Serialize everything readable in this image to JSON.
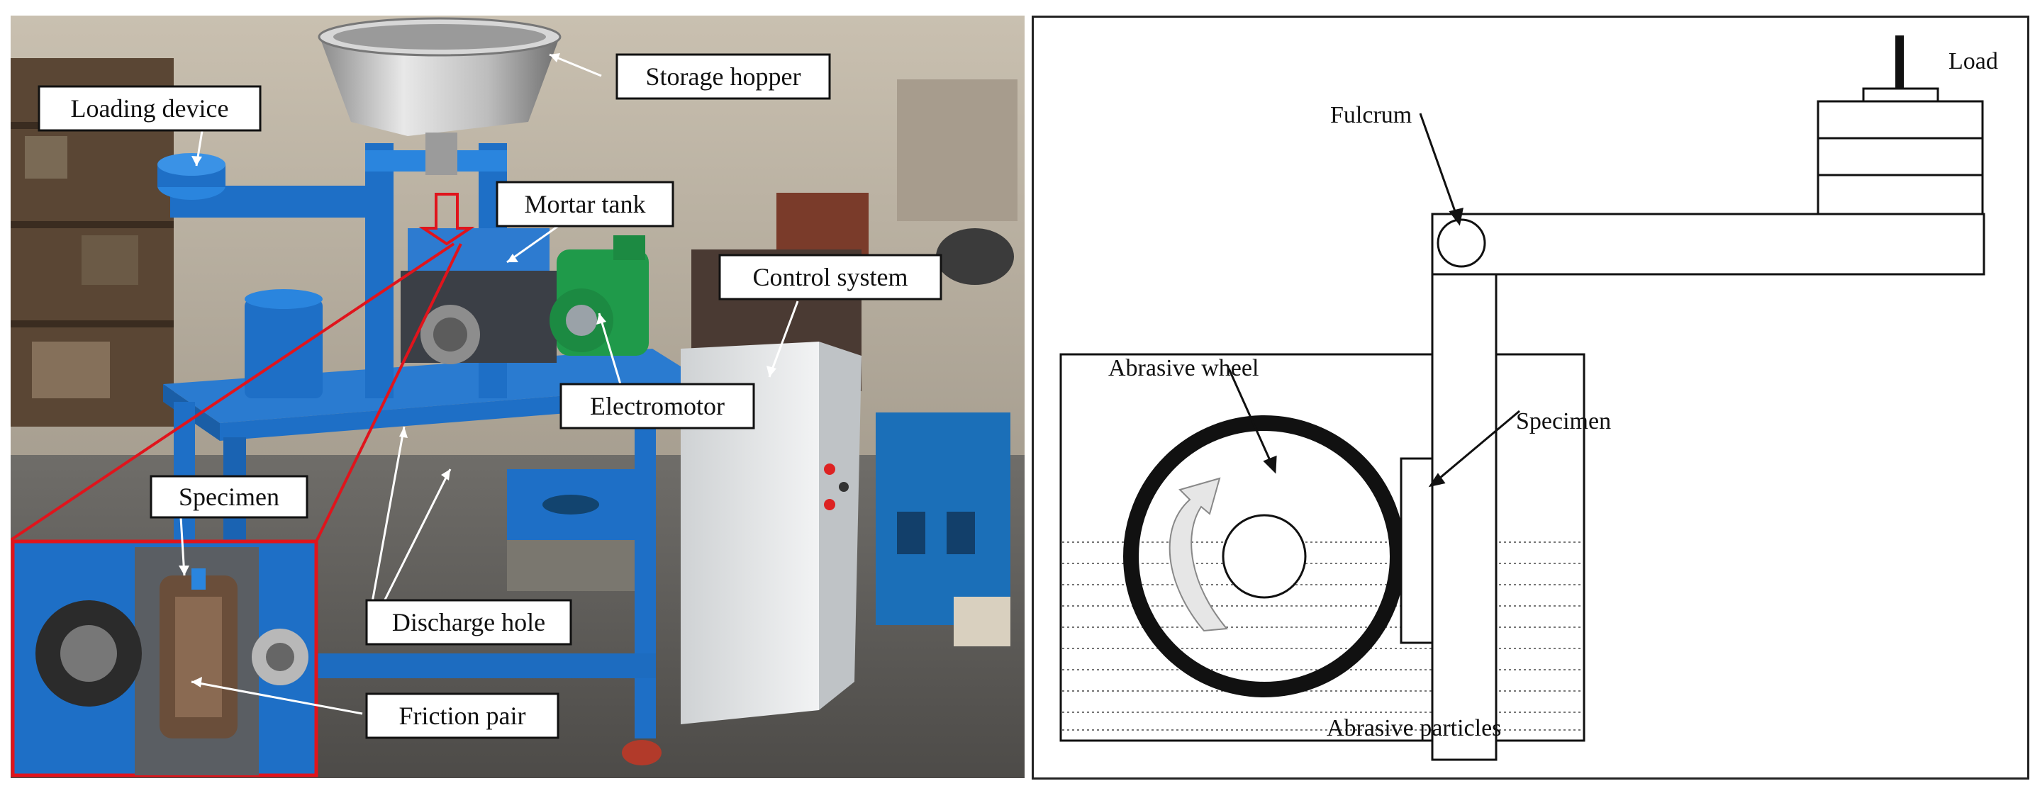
{
  "photo_panel": {
    "labels": {
      "storage_hopper": "Storage hopper",
      "loading_device": "Loading device",
      "mortar_tank": "Mortar tank",
      "control_system": "Control system",
      "electromotor": "Electromotor",
      "specimen": "Specimen",
      "discharge_hole": "Discharge hole",
      "friction_pair": "Friction pair"
    },
    "colors": {
      "machine_blue": "#1e6fc6",
      "callout_red": "#e0141c",
      "motor_green": "#1f9a4a"
    }
  },
  "schematic_panel": {
    "labels": {
      "load": "Load",
      "fulcrum": "Fulcrum",
      "abrasive_wheel": "Abrasive wheel",
      "specimen": "Specimen",
      "abrasive_particles": "Abrasive particles"
    }
  }
}
